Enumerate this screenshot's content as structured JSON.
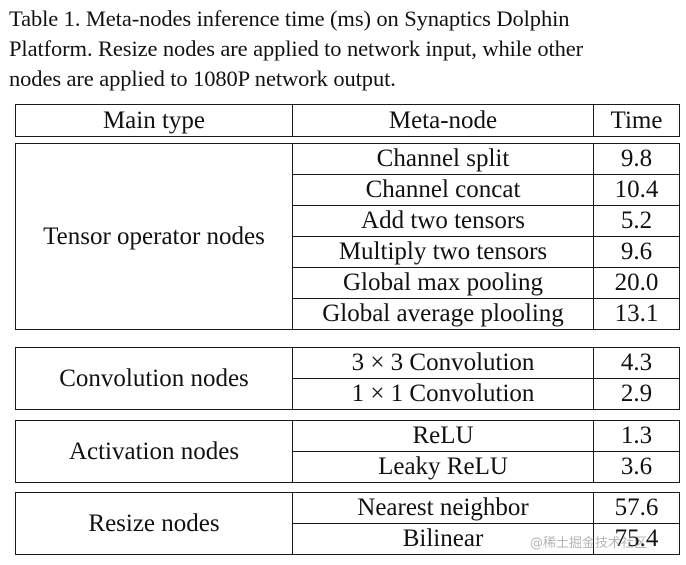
{
  "caption": {
    "line1": "Table 1. Meta-nodes inference time (ms) on Synaptics Dolphin",
    "line2": "Platform. Resize nodes are applied to network input, while other",
    "line3": "nodes are applied to 1080P network output."
  },
  "header": {
    "col1": "Main type",
    "col2": "Meta-node",
    "col3": "Time"
  },
  "groups": [
    {
      "main_type": "Tensor operator nodes",
      "rows": [
        {
          "node": "Channel split",
          "time": "9.8"
        },
        {
          "node": "Channel concat",
          "time": "10.4"
        },
        {
          "node": "Add two tensors",
          "time": "5.2"
        },
        {
          "node": "Multiply two tensors",
          "time": "9.6"
        },
        {
          "node": "Global max pooling",
          "time": "20.0"
        },
        {
          "node": "Global average plooling",
          "time": "13.1"
        }
      ]
    },
    {
      "main_type": "Convolution nodes",
      "rows": [
        {
          "node": "3 × 3 Convolution",
          "time": "4.3"
        },
        {
          "node": "1 × 1 Convolution",
          "time": "2.9"
        }
      ]
    },
    {
      "main_type": "Activation nodes",
      "rows": [
        {
          "node": "ReLU",
          "time": "1.3"
        },
        {
          "node": "Leaky ReLU",
          "time": "3.6"
        }
      ]
    },
    {
      "main_type": "Resize nodes",
      "rows": [
        {
          "node": "Nearest neighbor",
          "time": "57.6"
        },
        {
          "node": "Bilinear",
          "time": "75.4"
        }
      ]
    }
  ],
  "watermark": "@稀土掘金技术社区"
}
